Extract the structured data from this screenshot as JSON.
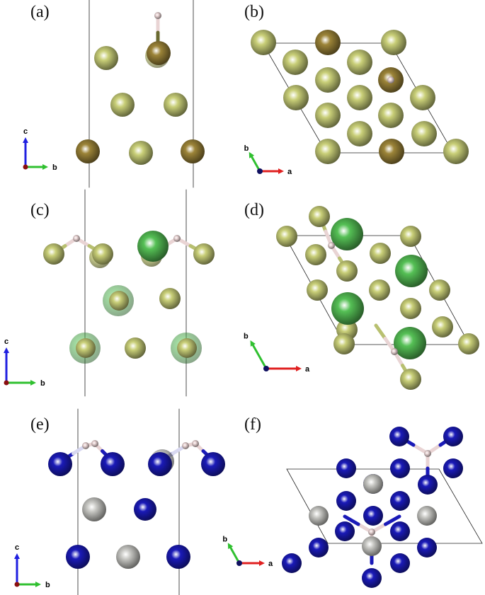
{
  "figure": {
    "panels": [
      {
        "id": "a",
        "label": "(a)",
        "view": "side",
        "axes": {
          "vertical": "c",
          "horizontal": "b"
        }
      },
      {
        "id": "b",
        "label": "(b)",
        "view": "top",
        "axes": {
          "vertical": "b",
          "horizontal": "a"
        }
      },
      {
        "id": "c",
        "label": "(c)",
        "view": "side",
        "axes": {
          "vertical": "c",
          "horizontal": "b"
        }
      },
      {
        "id": "d",
        "label": "(d)",
        "view": "top",
        "axes": {
          "vertical": "b",
          "horizontal": "a"
        }
      },
      {
        "id": "e",
        "label": "(e)",
        "view": "side",
        "axes": {
          "vertical": "c",
          "horizontal": "b"
        }
      },
      {
        "id": "f",
        "label": "(f)",
        "view": "top",
        "axes": {
          "vertical": "b",
          "horizontal": "a"
        }
      }
    ],
    "colors": {
      "olive_atom": "#c9cf78",
      "brown_atom": "#9c8438",
      "green_atom": "#55c055",
      "blue_atom": "#1a1ab8",
      "grey_atom": "#c8c8c4",
      "h_atom": "#e9d4d4",
      "cell_line": "#222222",
      "axis_red": "#e02020",
      "axis_green": "#30c030",
      "axis_blue": "#2020e0"
    }
  }
}
